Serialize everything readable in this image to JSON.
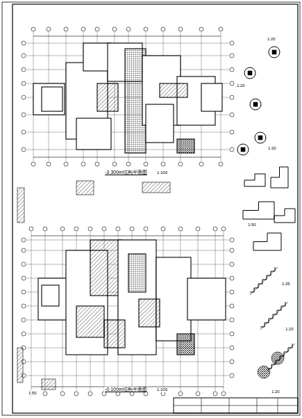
{
  "diagram": {
    "labels": [
      "-3.300m结构平面图",
      "1:100",
      "-0.100m结构平面图",
      "1:100",
      "1:20",
      "1:20",
      "1:20",
      "1:50",
      "1:25",
      "1:20",
      "1:50",
      "1:20"
    ]
  }
}
